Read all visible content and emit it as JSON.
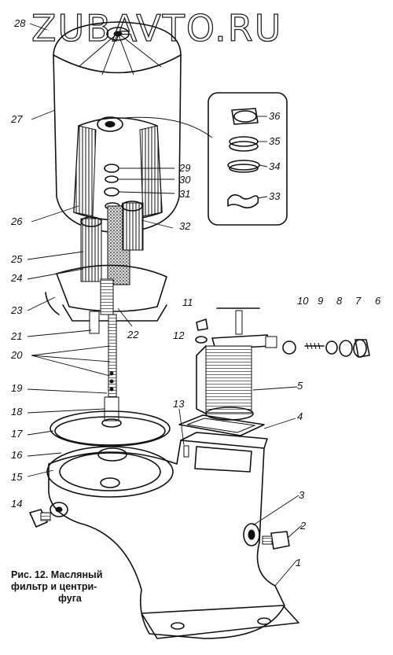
{
  "watermark": "ZUBAVTO.RU",
  "caption": {
    "line1": "Рис. 12. Масляный",
    "line2": "фильтр и центри-",
    "line3": "фуга"
  },
  "part_numbers": [
    "1",
    "2",
    "3",
    "4",
    "5",
    "6",
    "7",
    "8",
    "9",
    "10",
    "11",
    "12",
    "13",
    "14",
    "15",
    "16",
    "17",
    "18",
    "19",
    "20",
    "21",
    "22",
    "23",
    "24",
    "25",
    "26",
    "27",
    "28",
    "29",
    "30",
    "31",
    "32",
    "33",
    "34",
    "35",
    "36"
  ],
  "colors": {
    "ink": "#111111",
    "paper": "#ffffff"
  }
}
